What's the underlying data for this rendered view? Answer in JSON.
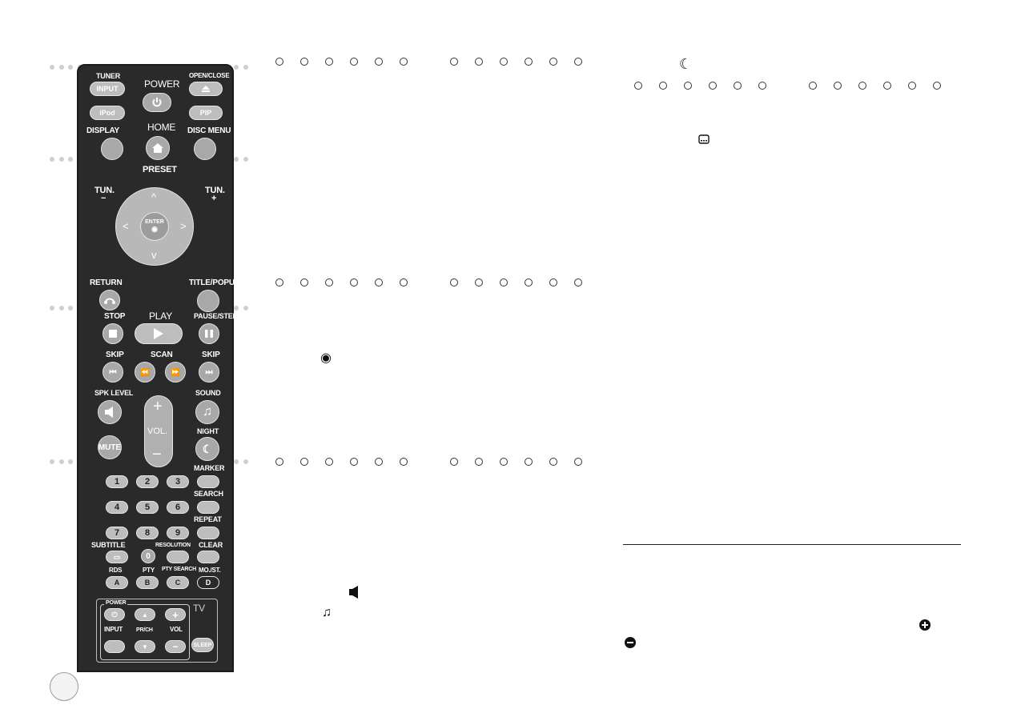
{
  "remote": {
    "labels": {
      "tuner": "TUNER",
      "input": "INPUT",
      "power": "POWER",
      "open_close": "OPEN/CLOSE",
      "ipod": "iPod",
      "pip": "PIP",
      "display": "DISPLAY",
      "home": "HOME",
      "disc_menu": "DISC MENU",
      "preset": "PRESET",
      "tun_minus": "TUN.",
      "tun_plus": "TUN.",
      "enter": "ENTER",
      "return": "RETURN",
      "title_popup": "TITLE/POPUP",
      "stop": "STOP",
      "play": "PLAY",
      "pause_step": "PAUSE/STEP",
      "skip_left": "SKIP",
      "scan": "SCAN",
      "skip_right": "SKIP",
      "spk_level": "SPK LEVEL",
      "sound": "SOUND",
      "mute": "MUTE",
      "vol": "VOL.",
      "night": "NIGHT",
      "marker": "MARKER",
      "search": "SEARCH",
      "repeat": "REPEAT",
      "subtitle": "SUBTITLE",
      "resolution": "RESOLUTION",
      "clear": "CLEAR",
      "rds": "RDS",
      "pty": "PTY",
      "pty_search": "PTY SEARCH",
      "mo_st": "MO./ST.",
      "tv_power": "POWER",
      "tv": "TV",
      "tv_input": "INPUT",
      "pr_ch": "PR/CH",
      "tv_vol": "VOL",
      "sleep": "SLEEP"
    },
    "numbers": [
      "1",
      "2",
      "3",
      "4",
      "5",
      "6",
      "7",
      "8",
      "9",
      "0"
    ],
    "color_keys": [
      "A",
      "B",
      "C",
      "D"
    ]
  },
  "colors": {
    "remote_body": "#2a2a2a",
    "button": "#bdbdbd",
    "dots": "#cfcfcf"
  },
  "icons": [
    "power-icon",
    "eject-icon",
    "home-icon",
    "enter-icon",
    "return-icon",
    "stop-icon",
    "play-icon",
    "pause-icon",
    "skip-back-icon",
    "rewind-icon",
    "fast-forward-icon",
    "skip-forward-icon",
    "speaker-icon",
    "music-note-icon",
    "night-moon-icon",
    "subtitle-icon"
  ]
}
